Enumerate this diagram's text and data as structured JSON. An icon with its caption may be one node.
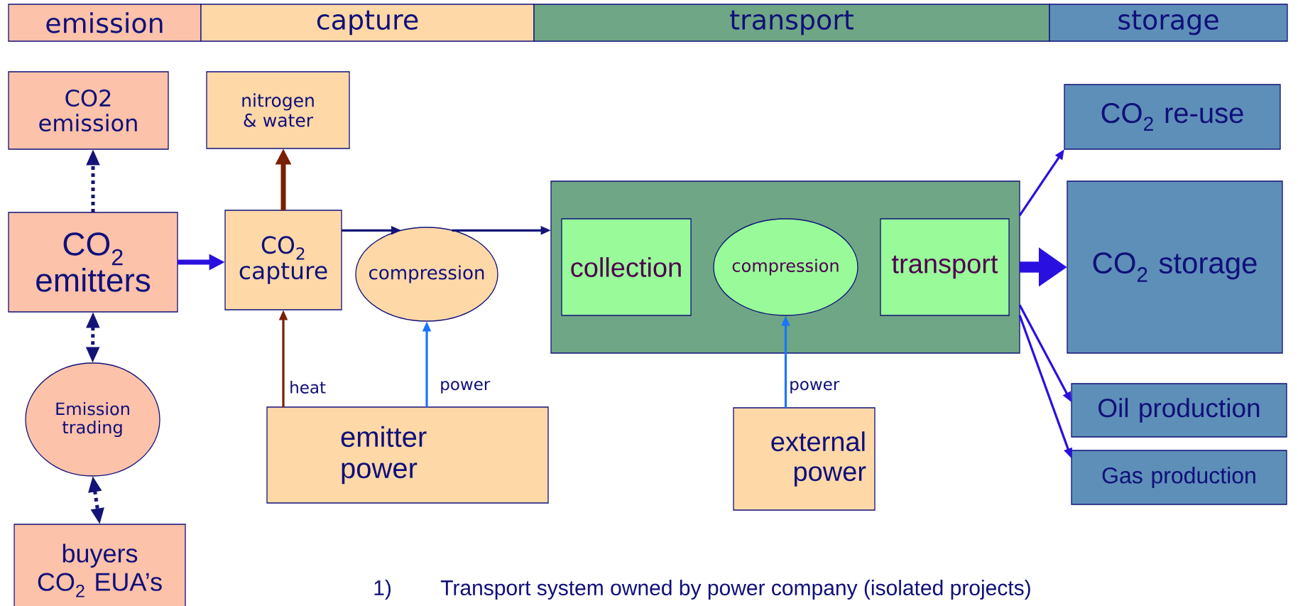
{
  "diagram": {
    "nodes": [
      {
        "text": [
          "emission"
        ]
      },
      {
        "text": [
          "capture"
        ]
      },
      {
        "text": [
          "transport"
        ]
      },
      {
        "text": [
          "storage"
        ]
      },
      {
        "text": [
          "CO2 emission"
        ]
      },
      {
        "text": [
          "nitrogen & water"
        ]
      },
      {
        "text": [
          "CO$_{2}$ re-use"
        ]
      },
      {
        "text": [
          "CO$_{2}$ emitters"
        ]
      },
      {
        "text": [
          "CO$_{2}$ capture"
        ]
      },
      {
        "text": [
          "compression"
        ]
      },
      {
        "text": [],
        "shape": "box"
      },
      {
        "text": [
          "collection"
        ],
        "in": 10
      },
      {
        "text": [
          "compression"
        ],
        "in": 10
      },
      {
        "text": [
          "transport"
        ],
        "in": 10
      },
      {
        "text": [
          "CO$_{2}$ storage"
        ]
      },
      {
        "text": [
          "Emission trading"
        ]
      },
      {
        "text": [
          "emitter power"
        ]
      },
      {
        "text": [
          "external power"
        ]
      },
      {
        "text": [
          "Oil production"
        ]
      },
      {
        "text": [
          "Gas production"
        ]
      },
      {
        "text": [
          "buyers CO$_{2}$ EUA’s"
        ]
      }
    ],
    "edges": [
      {
        "from": 7,
        "to": 4,
        "arrow": "to",
        "style": "dashed"
      },
      {
        "from": 7,
        "to": 15,
        "arrow": "both",
        "style": "dashed"
      },
      {
        "from": 15,
        "to": 20,
        "arrow": "both",
        "style": "dashed"
      },
      {
        "from": 7,
        "to": 8,
        "arrow": "to",
        "style": "thick",
        "color": "#2a10e0"
      },
      {
        "from": 8,
        "to": 5,
        "arrow": "to",
        "style": "thick",
        "color": "#7a2000"
      },
      {
        "from": 16,
        "to": 8,
        "arrow": "to",
        "label": "heat",
        "color": "#7a2000"
      },
      {
        "from": 16,
        "to": 9,
        "arrow": "to",
        "label": "power",
        "color": "#1a75ff"
      },
      {
        "from": 8,
        "to": 9,
        "arrow": "to"
      },
      {
        "from": 9,
        "to": 10,
        "arrow": "to"
      },
      {
        "from": 17,
        "to": 12,
        "arrow": "to",
        "label": "power",
        "color": "#1a75ff"
      },
      {
        "from": 10,
        "to": 6,
        "arrow": "to",
        "color": "#2a10e0"
      },
      {
        "from": 10,
        "to": 14,
        "arrow": "to",
        "style": "thick",
        "color": "#2a10e0"
      },
      {
        "from": 10,
        "to": 18,
        "arrow": "to",
        "color": "#2a10e0"
      },
      {
        "from": 10,
        "to": 19,
        "arrow": "to",
        "color": "#2a10e0"
      }
    ],
    "labels": [
      "1)",
      "Transport system owned by power company (isolated projects)"
    ]
  }
}
